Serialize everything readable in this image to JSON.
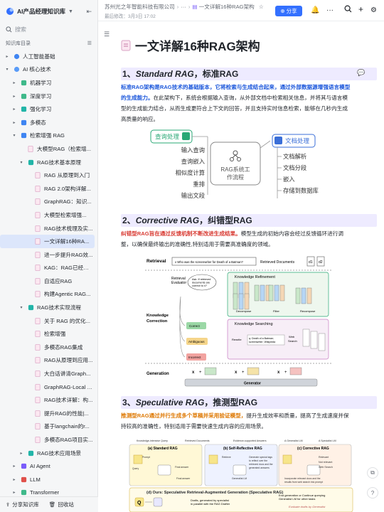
{
  "sidebar": {
    "kb_title": "AI产品经理知识库",
    "search_placeholder": "搜索",
    "dir_label": "知识库目录",
    "items": [
      {
        "label": "人工智能基础",
        "level": 0,
        "arrow": "▸"
      },
      {
        "label": "AI 核心技术",
        "level": 0,
        "arrow": "▾"
      },
      {
        "label": "机器学习",
        "level": 1,
        "arrow": "▸"
      },
      {
        "label": "深度学习",
        "level": 1,
        "arrow": "▸"
      },
      {
        "label": "强化学习",
        "level": 1,
        "arrow": "▸"
      },
      {
        "label": "多模态",
        "level": 1,
        "arrow": "▸"
      },
      {
        "label": "检索增强 RAG",
        "level": 1,
        "arrow": "▾"
      },
      {
        "label": "大模型RAG（检索增...",
        "level": 2,
        "arrow": ""
      },
      {
        "label": "RAG技术基本原理",
        "level": 2,
        "arrow": "▾"
      },
      {
        "label": "RAG 从原理到入门",
        "level": 3,
        "arrow": ""
      },
      {
        "label": "RAG 2.0架构详解...",
        "level": 3,
        "arrow": ""
      },
      {
        "label": "GraphRAG：知识...",
        "level": 3,
        "arrow": ""
      },
      {
        "label": "大模型检索增强...",
        "level": 3,
        "arrow": ""
      },
      {
        "label": "RAG技术梳理及实...",
        "level": 3,
        "arrow": ""
      },
      {
        "label": "一文详解16种RA...",
        "level": 3,
        "arrow": "",
        "active": true
      },
      {
        "label": "进一步提升RAG效...",
        "level": 3,
        "arrow": ""
      },
      {
        "label": "KAG：RAG已经不...",
        "level": 3,
        "arrow": ""
      },
      {
        "label": "自适应RAG",
        "level": 3,
        "arrow": ""
      },
      {
        "label": "构建Agentic RAG...",
        "level": 3,
        "arrow": ""
      },
      {
        "label": "RAG技术实现流程",
        "level": 2,
        "arrow": "▾"
      },
      {
        "label": "关于 RAG 的优化...",
        "level": 3,
        "arrow": ""
      },
      {
        "label": "检索增强",
        "level": 3,
        "arrow": ""
      },
      {
        "label": "多模态RAG集成",
        "level": 3,
        "arrow": ""
      },
      {
        "label": "RAG从原理到应用...",
        "level": 3,
        "arrow": ""
      },
      {
        "label": "大白话讲清Graph...",
        "level": 3,
        "arrow": ""
      },
      {
        "label": "GraphRAG-Local -...",
        "level": 3,
        "arrow": ""
      },
      {
        "label": "RAG技术详解：构...",
        "level": 3,
        "arrow": ""
      },
      {
        "label": "提升RAG的性能|...",
        "level": 3,
        "arrow": ""
      },
      {
        "label": "基于langchain的r...",
        "level": 3,
        "arrow": ""
      },
      {
        "label": "多模态RAG项目实...",
        "level": 3,
        "arrow": ""
      },
      {
        "label": "RAG技术应用场景",
        "level": 2,
        "arrow": "▸"
      },
      {
        "label": "AI Agent",
        "level": 1,
        "arrow": "▸"
      },
      {
        "label": "LLM",
        "level": 1,
        "arrow": "▸"
      },
      {
        "label": "Transformer",
        "level": 1,
        "arrow": "▸"
      }
    ],
    "footer_share": "分享知识库",
    "footer_trash": "回收站"
  },
  "topbar": {
    "org": "苏州光之年智能科技有限公司",
    "ellipsis": "···",
    "crumb": "一文详解16种RAG架构",
    "updated": "最后修改：3月3日 17:02",
    "share": "分享"
  },
  "doc": {
    "title": "一文详解16种RAG架构",
    "sec1": {
      "num": "1、",
      "en": "Standard RAG",
      "cn": "，标准RAG",
      "lead": "标准RAG架构是RAG技术的基础版本，它将检索与生成结合起来，通过外部数据源增强语言模型的生成能力。",
      "body": "在此架构下，系统会根据输入查询，从外部文档中检索相关信息，并将其与语言模型的生成能力结合，从而生成更符合上下文的回答，并且支持实时信息检索，能够在几秒内生成高质量的响应。"
    },
    "diagram1": {
      "left_title": "查询处理",
      "left_items": [
        "输入查询",
        "查询嵌入",
        "相似度计算",
        "重排",
        "输出文段"
      ],
      "center": [
        "RAG系统工",
        "作流程"
      ],
      "right_title": "文档处理",
      "right_items": [
        "文档解析",
        "文档分段",
        "嵌入",
        "存储到数据库"
      ]
    },
    "sec2": {
      "num": "2、",
      "en": "Corrective RAG",
      "cn": "，纠错型RAG",
      "lead": "纠错型RAG旨在通过反馈机制不断改进生成结果。",
      "body": "模型生成的初始内容会经过反馈循环进行调整，以确保最终输出的准确性,特别适用于需要高准确度的领域。"
    },
    "diagram2": {
      "retrieval": "Retrieval",
      "query": "x  Who was the screenwriter for Death of a Batman?",
      "retrieved_docs": "Retrieved Documents",
      "d1": "d1",
      "d2": "d2",
      "evaluator": [
        "Retrieval",
        "Evaluator"
      ],
      "ask": [
        "Ask: If retrieved",
        "documents are",
        "correct to x?"
      ],
      "kc": [
        "Knowledge",
        "Correction"
      ],
      "correct": "Correct",
      "ambiguous": "Ambiguous",
      "incorrect": "Incorrect",
      "refinement": "Knowledge Refinement",
      "decompose": "Decompose",
      "filter": "Filter",
      "recompose": "Recompose",
      "searching": "Knowledge Searching",
      "rewrite": "Rewrite",
      "q_text": [
        "q: Death of a Batman;",
        "screenwriter; Wikipedia"
      ],
      "web_search": [
        "Web",
        "Search"
      ],
      "generation": "Generation",
      "generator": "Generator",
      "x": "x",
      "plus": "+",
      "k_in": "k_in",
      "k_ex": "k_ex"
    },
    "sec3": {
      "num": "3、",
      "en": "Speculative RAG",
      "cn": "，推测型RAG",
      "lead": "推测型RAG通过并行生成多个草稿并采用验证模型，",
      "body": "提升生成效率和质量，提高了生成速度并保持较高的准确性，特别适用于需要快速生成内容的应用场景。"
    },
    "diagram3": {
      "legend": [
        "Knowledge-intensive Query",
        "Retrieved Documents",
        "Evidence-supported Answers",
        "A Generalist LM",
        "A Specialist LM"
      ],
      "panels": [
        "(a) Standard RAG",
        "(b) Self-Reflective RAG",
        "(c) Corrective RAG"
      ],
      "bottom": "(d) Ours: Speculative Retrieval-Augmented Generation (Speculative RAG)",
      "b_notes": [
        "Generate special tags",
        "to reflect over the",
        "retrieved docs and the",
        "generated answers"
      ],
      "c_notes": [
        "Incorporate relevant docs and the",
        "results from web search into prompt"
      ],
      "c_labels": [
        "Relevant",
        "Not relevant",
        "Web Search"
      ],
      "draft_note": [
        "Drafts, generated by specialist",
        "in parallel with the RAG Drafter"
      ],
      "end_note": [
        "End generation or Continue querying",
        "Generalist LM for other tasks"
      ],
      "eval_note": "Evaluate drafts by Generalist",
      "mini": [
        "Prompt",
        "Query",
        "Final answer",
        "Retrieve",
        "Generalist LM",
        "Final answer"
      ]
    }
  },
  "colors": {
    "accent": "#3370ff",
    "heading_bg": "#eeebff",
    "lead_blue": "#1a56db",
    "lead_red": "#d83931",
    "lead_orange": "#de7802",
    "diagram_green": "#2aa876",
    "diagram_blue": "#3b6fd8"
  },
  "icons": [
    "knowledge-base-icon",
    "chevron-down-icon",
    "sidebar-collapse-icon",
    "search-icon",
    "filter-icon",
    "doc-icon",
    "folder-icon",
    "share-icon",
    "bell-icon",
    "more-icon",
    "add-icon",
    "settings-icon",
    "star-icon",
    "outline-icon",
    "comment-icon",
    "help-icon",
    "trash-icon"
  ]
}
